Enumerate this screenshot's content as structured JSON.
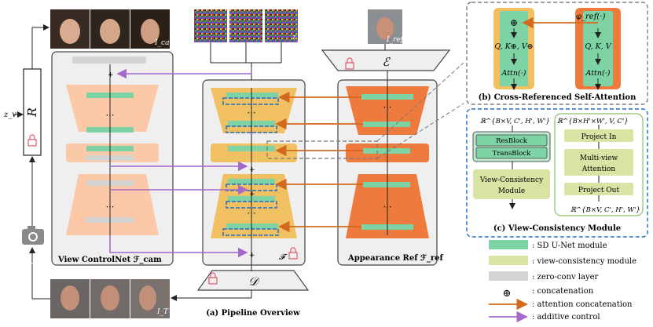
{
  "labels": {
    "z_t": "z_T",
    "z_v": "z_v",
    "R": "R",
    "I_cam": "I_cam",
    "I_ref": "I_ref",
    "I_T": "I_T",
    "E": "ℰ",
    "D": "𝒟",
    "F": "𝓕",
    "plus": "+",
    "dots": "⋯"
  },
  "panels": {
    "controlnet_title": "View ControlNet ℱ_cam",
    "appearance_title": "Appearance Ref ℱ_ref",
    "pipeline_caption": "(a) Pipeline Overview",
    "crossref_caption": "(b) Cross-Referenced Self-Attention",
    "vcm_caption": "(c) View-Consistency Module"
  },
  "crossref": {
    "oplus": "⊕",
    "phi": "φ_ref(·)",
    "left_qkv": "Q, K⊕, V⊕",
    "right_qkv": "Q, K, V",
    "attn": "Attn(·)"
  },
  "vcm": {
    "input_dim": "ℝ^{B×V, C', H', W'}",
    "resblock": "ResBlock",
    "transblock": "TransBlock",
    "module_label": "View-Consistency Module",
    "right_dim_top": "ℝ^{B×H'×W', V, C'}",
    "project_in": "Project In",
    "multiview": "Multi-view Attention",
    "project_out": "Project Out",
    "right_dim_bottom": "ℝ^{B×V, C', H', W'}"
  },
  "legend": [
    {
      "swatch": "green",
      "text": ": SD U-Net module"
    },
    {
      "swatch": "lime",
      "text": ": view-consistency module"
    },
    {
      "swatch": "gray",
      "text": ": zero-conv layer"
    },
    {
      "swatch": "oplus",
      "text": ": concatenation"
    },
    {
      "swatch": "orange-arrow",
      "text": ": attention concatenation"
    },
    {
      "swatch": "purple-arrow",
      "text": ": additive control"
    }
  ],
  "colors": {
    "sd_green": "#7dd3a3",
    "vc_lime": "#d7e4a3",
    "zero_gray": "#d4d4d4",
    "controlnet_fill": "#fcc9a8",
    "unet_fill": "#f1c063",
    "ref_fill": "#ee7a3e",
    "attn_arrow": "#d2691e",
    "control_arrow": "#a468c8",
    "dashed_blue": "#1f6fc7",
    "panel_gray": "#efefef"
  }
}
